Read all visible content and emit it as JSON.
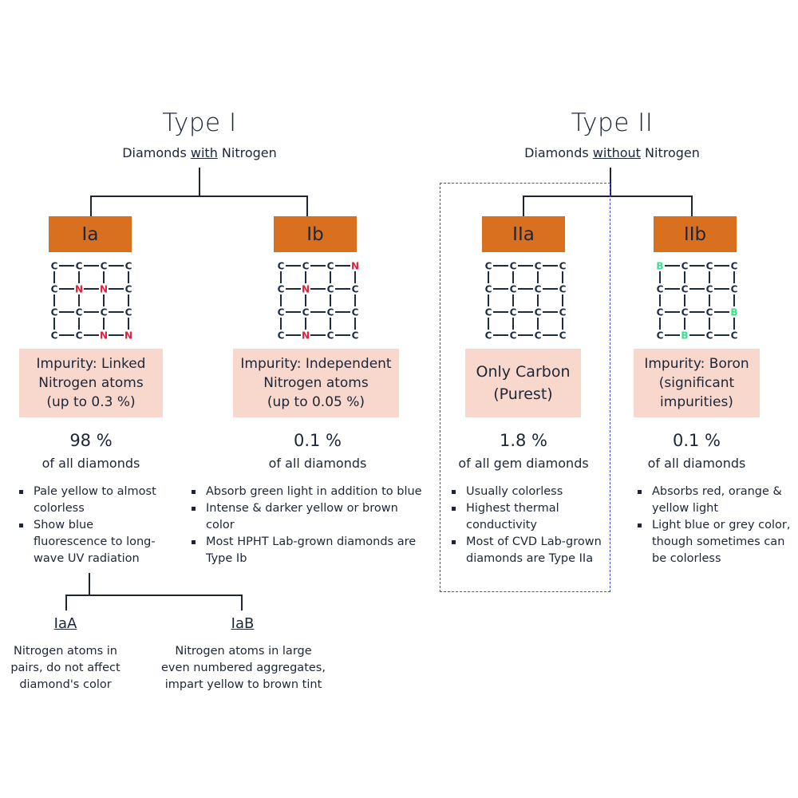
{
  "type1": {
    "title": "Type I",
    "subtitle_pre": "Diamonds ",
    "subtitle_u": "with",
    "subtitle_post": " Nitrogen"
  },
  "type2": {
    "title": "Type II",
    "subtitle_pre": "Diamonds ",
    "subtitle_u": "without",
    "subtitle_post": " Nitrogen"
  },
  "cards": [
    {
      "label": "Ia",
      "impurity_lines": [
        "Impurity: Linked",
        "Nitrogen atoms",
        "(up to 0.3 %)"
      ],
      "percent": "98 %",
      "percent_sub": "of all diamonds",
      "bullets": [
        "Pale yellow to almost colorless",
        "Show blue fluorescence to long-wave UV radiation"
      ],
      "lattice": [
        [
          "C",
          "C",
          "C",
          "C"
        ],
        [
          "C",
          "N",
          "N",
          "C"
        ],
        [
          "C",
          "C",
          "C",
          "C"
        ],
        [
          "C",
          "C",
          "N",
          "N"
        ]
      ]
    },
    {
      "label": "Ib",
      "impurity_lines": [
        "Impurity: Independent",
        "Nitrogen atoms",
        "(up to 0.05 %)"
      ],
      "percent": "0.1 %",
      "percent_sub": "of all diamonds",
      "bullets": [
        "Absorb green light in addition to blue",
        "Intense & darker yellow or brown color",
        "Most HPHT Lab-grown diamonds are Type Ib"
      ],
      "lattice": [
        [
          "C",
          "C",
          "C",
          "N"
        ],
        [
          "C",
          "N",
          "C",
          "C"
        ],
        [
          "C",
          "C",
          "C",
          "C"
        ],
        [
          "C",
          "N",
          "C",
          "C"
        ]
      ]
    },
    {
      "label": "IIa",
      "impurity_lines": [
        "Only Carbon",
        "(Purest)"
      ],
      "percent": "1.8 %",
      "percent_sub": "of all gem diamonds",
      "bullets": [
        "Usually colorless",
        "Highest thermal conductivity",
        "Most of CVD Lab-grown diamonds are Type IIa"
      ],
      "lattice": [
        [
          "C",
          "C",
          "C",
          "C"
        ],
        [
          "C",
          "C",
          "C",
          "C"
        ],
        [
          "C",
          "C",
          "C",
          "C"
        ],
        [
          "C",
          "C",
          "C",
          "C"
        ]
      ]
    },
    {
      "label": "IIb",
      "impurity_lines": [
        "Impurity: Boron",
        "(significant",
        "impurities)"
      ],
      "percent": "0.1 %",
      "percent_sub": "of all diamonds",
      "bullets": [
        "Absorbs red, orange & yellow light",
        "Light blue or grey color, though sometimes can be colorless"
      ],
      "lattice": [
        [
          "B",
          "C",
          "C",
          "C"
        ],
        [
          "C",
          "C",
          "C",
          "C"
        ],
        [
          "C",
          "C",
          "C",
          "B"
        ],
        [
          "C",
          "B",
          "C",
          "C"
        ]
      ]
    }
  ],
  "subtypes": [
    {
      "label": "IaA",
      "desc_lines": [
        "Nitrogen atoms in",
        "pairs, do not affect",
        "diamond's color"
      ]
    },
    {
      "label": "IaB",
      "desc_lines": [
        "Nitrogen atoms in large",
        "even numbered aggregates,",
        "impart yellow to brown tint"
      ]
    }
  ],
  "colors": {
    "orange": "#d8701f",
    "pink": "#f8d7cc",
    "carbon": "#1d2a44",
    "nitrogen": "#e0203a",
    "boron": "#39e08a",
    "dashed": "#3a4fd0"
  }
}
